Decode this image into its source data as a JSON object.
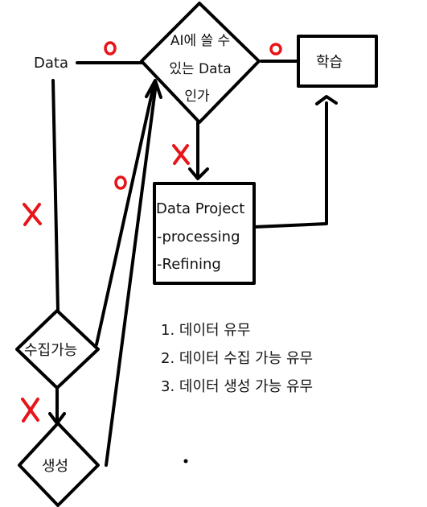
{
  "nodes": {
    "data": "Data",
    "decision_line1": "AI에 쓸 수",
    "decision_line2": "있는 Data",
    "decision_line3": "인가",
    "learn": "학습",
    "project_line1": "Data Project",
    "project_line2": "-processing",
    "project_line3": "-Refining",
    "collectable": "수집가능",
    "generate": "생성"
  },
  "legend": {
    "items": [
      "1. 데이터 유무",
      "2. 데이터 수집 가능 유무",
      "3. 데이터 생성 가능 유무"
    ]
  },
  "colors": {
    "mark": "#e8141a",
    "line": "#000000"
  }
}
